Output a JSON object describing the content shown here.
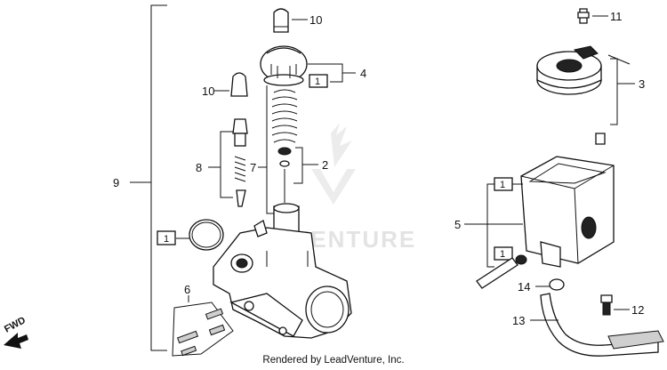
{
  "diagram": {
    "callouts": {
      "c1": "1",
      "c2": "1",
      "c3": "1",
      "c4": "1",
      "n2": "2",
      "n3": "3",
      "n4": "4",
      "n5": "5",
      "n6": "6",
      "n7": "7",
      "n8": "8",
      "n9": "9",
      "n10a": "10",
      "n10b": "10",
      "n11": "11",
      "n12": "12",
      "n13": "13",
      "n14": "14"
    },
    "watermark": "VENTURE",
    "fwd_label": "FWD",
    "footer": "Rendered by LeadVenture, Inc."
  }
}
